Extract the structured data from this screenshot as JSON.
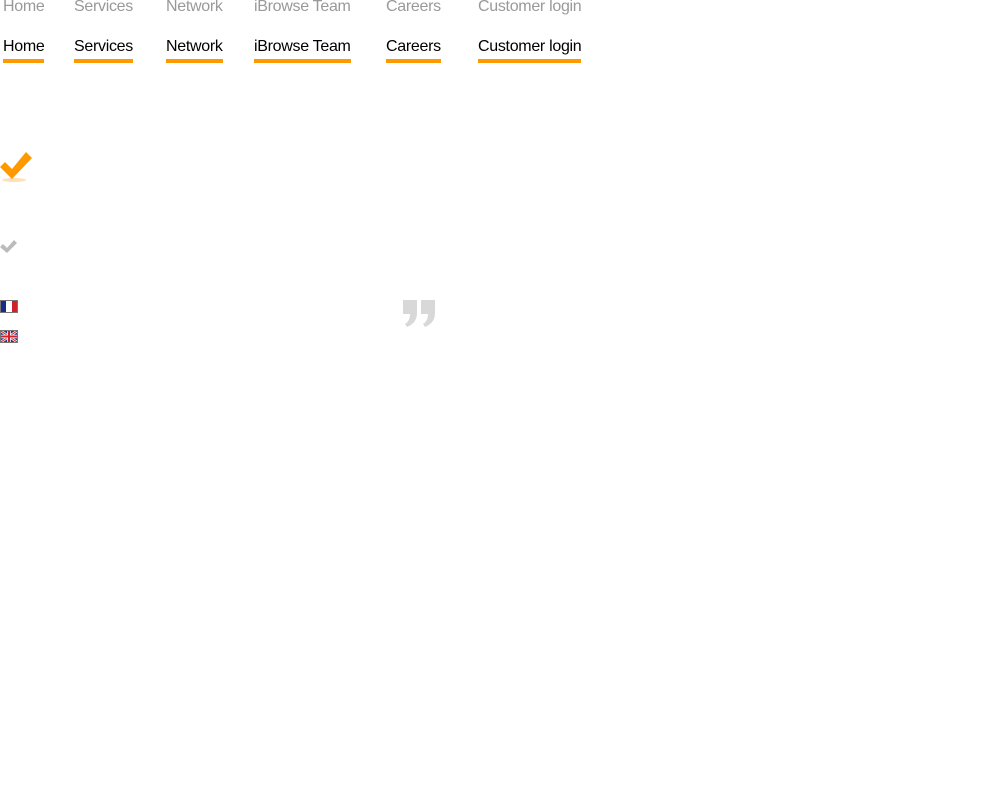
{
  "nav": {
    "items": [
      "Home",
      "Services",
      "Network",
      "iBrowse Team",
      "Careers",
      "Customer login"
    ]
  },
  "icons": {
    "check_large": "check-icon",
    "check_small": "check-icon",
    "flag_fr": "flag-france-icon",
    "flag_uk": "flag-uk-icon",
    "quote": "quote-icon"
  },
  "colors": {
    "accent": "#ff9900",
    "muted": "#999999",
    "icon_gray": "#bbbbbb"
  }
}
